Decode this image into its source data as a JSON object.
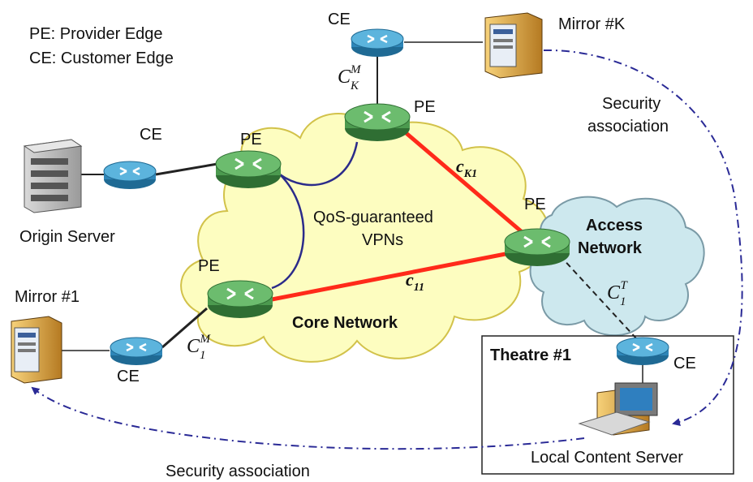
{
  "legend": {
    "pe": "PE: Provider Edge",
    "ce": "CE: Customer Edge"
  },
  "clouds": {
    "core_vpn_line1": "QoS-guaranteed",
    "core_vpn_line2": "VPNs",
    "core_title": "Core Network",
    "access_line1": "Access",
    "access_line2": "Network"
  },
  "labels": {
    "pe": "PE",
    "ce": "CE",
    "origin_server": "Origin Server",
    "mirror_1": "Mirror #1",
    "mirror_k": "Mirror #K",
    "theatre": "Theatre #1",
    "local_content_server": "Local Content Server",
    "security_assoc_line1": "Security",
    "security_assoc_line2": "association",
    "security_assoc_bottom": "Security association"
  },
  "links": {
    "c_k1_base": "c",
    "c_k1_sub": "K1",
    "c_11_base": "c",
    "c_11_sub": "11",
    "c1m_base": "C",
    "c1m_sub": "1",
    "c1m_sup": "M",
    "ckm_base": "C",
    "ckm_sub": "K",
    "ckm_sup": "M",
    "c1t_base": "C",
    "c1t_sub": "1",
    "c1t_sup": "T"
  },
  "colors": {
    "core_cloud": "#fdfdc0",
    "access_cloud": "#cde8ee",
    "router_pe": "#5fae61",
    "router_ce": "#3fa0cf",
    "red_link": "#ff2a1a",
    "vpn_link": "#2b2b8a",
    "security_dashed": "#2a2a96"
  }
}
